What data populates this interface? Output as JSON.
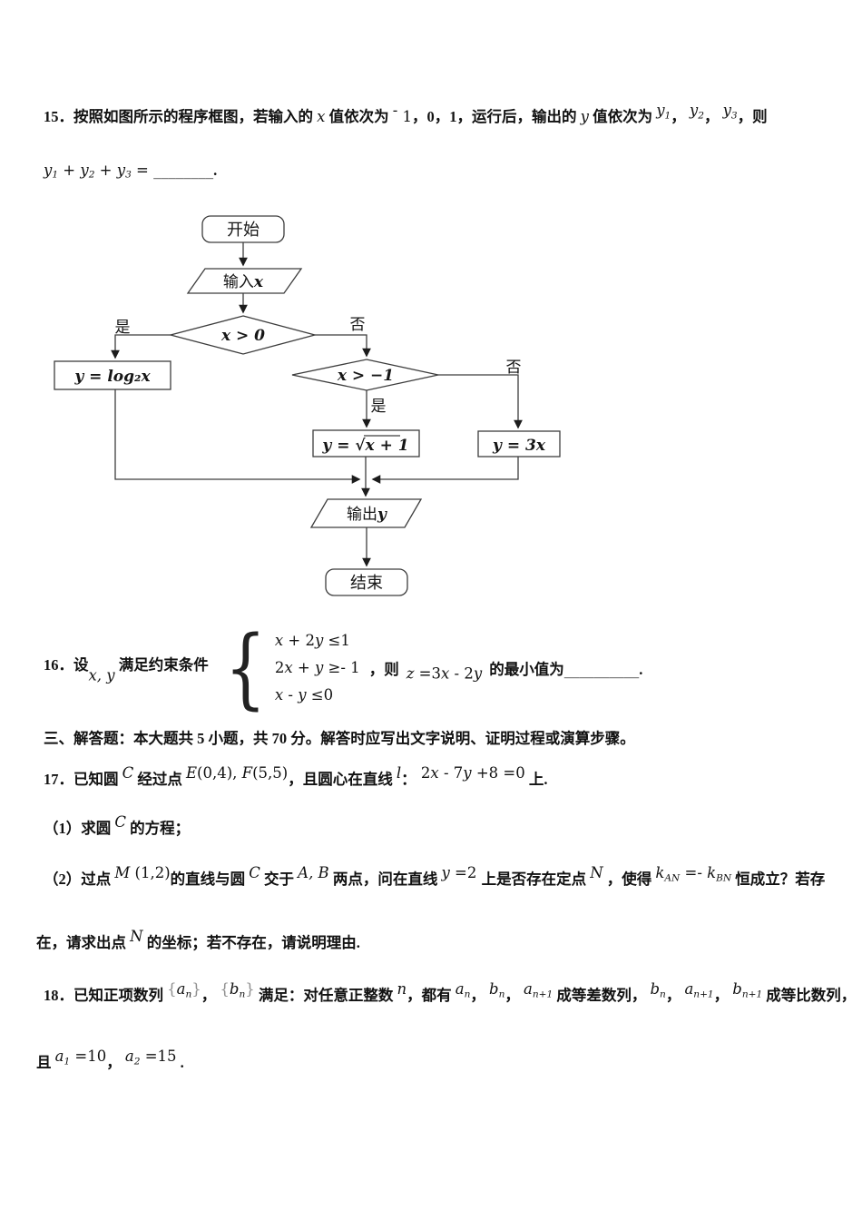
{
  "page": {
    "bg": "#ffffff",
    "text_color": "#111111"
  },
  "q15": {
    "line1": [
      {
        "s": "c",
        "t": "15．按照如图所示的程序框图，若输入的 "
      },
      {
        "s": "m",
        "t": "x"
      },
      {
        "s": "c",
        "t": " 值依次为 "
      },
      {
        "s": "n up",
        "t": "- "
      },
      {
        "s": "n",
        "t": "1"
      },
      {
        "s": "c",
        "t": "，0，1，运行后，输出的 "
      },
      {
        "s": "m",
        "t": "y"
      },
      {
        "s": "c",
        "t": " 值依次为 "
      },
      {
        "s": "m up",
        "t": "y"
      },
      {
        "s": "m up sub",
        "t": "1"
      },
      {
        "s": "c",
        "t": "， "
      },
      {
        "s": "m up",
        "t": "y"
      },
      {
        "s": "m up sub",
        "t": "2"
      },
      {
        "s": "c",
        "t": "， "
      },
      {
        "s": "m up",
        "t": "y"
      },
      {
        "s": "m up sub",
        "t": "3"
      },
      {
        "s": "c",
        "t": "，则"
      }
    ],
    "line2": [
      {
        "s": "m",
        "t": "y"
      },
      {
        "s": "m sub",
        "t": "1"
      },
      {
        "s": "n",
        "t": " + "
      },
      {
        "s": "m",
        "t": "y"
      },
      {
        "s": "m sub",
        "t": "2"
      },
      {
        "s": "n",
        "t": " + "
      },
      {
        "s": "m",
        "t": "y"
      },
      {
        "s": "m sub",
        "t": "3"
      },
      {
        "s": "n",
        "t": " = "
      },
      {
        "s": "n",
        "t": "________"
      },
      {
        "s": "c",
        "t": "."
      }
    ]
  },
  "flowchart": {
    "line_color": "#3d3d3d",
    "start_label": "开始",
    "input_prefix": "输入",
    "input_var": "x",
    "decision1_label": "x > 0",
    "decision2_label": "x > −1",
    "yes_label": "是",
    "no_label": "否",
    "process_log_label": "y = log₂x",
    "process_sqrt_label": "y = √x + 1",
    "process_3x_label": "y = 3x",
    "output_prefix": "输出",
    "output_var": "y",
    "end_label": "结束"
  },
  "q16": {
    "prefix": [
      {
        "s": "c",
        "t": "16．设"
      },
      {
        "s": "m dn",
        "t": "x, y"
      },
      {
        "s": "c",
        "t": " 满足约束条件"
      }
    ],
    "brace": "{",
    "constraints": [
      [
        {
          "s": "m",
          "t": "x"
        },
        {
          "s": "n",
          "t": " + 2"
        },
        {
          "s": "m",
          "t": "y"
        },
        {
          "s": "n",
          "t": " ≤1"
        }
      ],
      [
        {
          "s": "n",
          "t": "2"
        },
        {
          "s": "m",
          "t": "x"
        },
        {
          "s": "n",
          "t": " + "
        },
        {
          "s": "m",
          "t": "y"
        },
        {
          "s": "n",
          "t": " ≥- 1"
        }
      ],
      [
        {
          "s": "m",
          "t": "x"
        },
        {
          "s": "n",
          "t": " - "
        },
        {
          "s": "m",
          "t": "y"
        },
        {
          "s": "n",
          "t": " ≤0"
        }
      ]
    ],
    "mid": [
      {
        "s": "c",
        "t": "，则"
      }
    ],
    "expr": [
      {
        "s": "m dn",
        "t": "z"
      },
      {
        "s": "n dn",
        "t": " =3"
      },
      {
        "s": "m dn",
        "t": "x"
      },
      {
        "s": "n dn",
        "t": " - 2"
      },
      {
        "s": "m dn",
        "t": "y"
      }
    ],
    "suffix": [
      {
        "s": "c",
        "t": "的最小值为"
      },
      {
        "s": "n",
        "t": "__________"
      },
      {
        "s": "c",
        "t": "."
      }
    ]
  },
  "section3": {
    "header": [
      {
        "s": "b",
        "t": "三、解答题：本大题共 5 小题，共 70 分。解答时应写出文字说明、证明过程或演算步骤。"
      }
    ]
  },
  "q17": {
    "intro": [
      {
        "s": "c",
        "t": "17．已知圆 "
      },
      {
        "s": "m up",
        "t": "C"
      },
      {
        "s": "c",
        "t": " 经过点 "
      },
      {
        "s": "m up",
        "t": "E"
      },
      {
        "s": "n up",
        "t": "(0,4), "
      },
      {
        "s": "m up",
        "t": "F"
      },
      {
        "s": "n up",
        "t": "(5,5)"
      },
      {
        "s": "c",
        "t": "，且圆心在直线 "
      },
      {
        "s": "m up",
        "t": "l"
      },
      {
        "s": "c",
        "t": "："
      },
      {
        "s": "n up",
        "t": " 2"
      },
      {
        "s": "m up",
        "t": "x"
      },
      {
        "s": "n up",
        "t": " - 7"
      },
      {
        "s": "m up",
        "t": "y"
      },
      {
        "s": "n up",
        "t": " +8 =0"
      },
      {
        "s": "c",
        "t": " 上."
      }
    ],
    "part1": [
      {
        "s": "c",
        "t": "（1）求圆 "
      },
      {
        "s": "m up",
        "t": "C"
      },
      {
        "s": "c",
        "t": " 的方程；"
      }
    ],
    "part2": [
      {
        "s": "c",
        "t": "（2）过点 "
      },
      {
        "s": "m up",
        "t": "M"
      },
      {
        "s": "n up",
        "t": " (1,2)"
      },
      {
        "s": "c",
        "t": "的直线与圆 "
      },
      {
        "s": "m up",
        "t": "C"
      },
      {
        "s": "c",
        "t": " 交于 "
      },
      {
        "s": "m up",
        "t": "A, B"
      },
      {
        "s": "c",
        "t": " 两点，问在直线 "
      },
      {
        "s": "m up",
        "t": "y"
      },
      {
        "s": "n up",
        "t": " =2 "
      },
      {
        "s": "c",
        "t": "上是否存在定点 "
      },
      {
        "s": "m up",
        "t": "N"
      },
      {
        "s": "c",
        "t": " ，使得 "
      },
      {
        "s": "m up",
        "t": "k"
      },
      {
        "s": "m up sub",
        "t": "AN"
      },
      {
        "s": "n up",
        "t": " =- "
      },
      {
        "s": "m up",
        "t": "k"
      },
      {
        "s": "m up sub",
        "t": "BN"
      },
      {
        "s": "c",
        "t": " 恒成立？若存"
      }
    ],
    "part2_cont": [
      {
        "s": "c",
        "t": "在，请求出点 "
      },
      {
        "s": "m up",
        "t": "N"
      },
      {
        "s": "c",
        "t": " 的坐标；若不存在，请说明理由."
      }
    ]
  },
  "q18": {
    "line1": [
      {
        "s": "c",
        "t": "18．已知正项数列 "
      },
      {
        "s": "gray up",
        "t": "{"
      },
      {
        "s": "m up",
        "t": "a"
      },
      {
        "s": "m up sub",
        "t": "n"
      },
      {
        "s": "gray up",
        "t": "}"
      },
      {
        "s": "c",
        "t": "， "
      },
      {
        "s": "gray up",
        "t": "{"
      },
      {
        "s": "m up",
        "t": "b"
      },
      {
        "s": "m up sub",
        "t": "n"
      },
      {
        "s": "gray up",
        "t": "}"
      },
      {
        "s": "c",
        "t": " 满足：对任意正整数 "
      },
      {
        "s": "m up",
        "t": "n"
      },
      {
        "s": "c",
        "t": "，都有 "
      },
      {
        "s": "m up",
        "t": "a"
      },
      {
        "s": "m up sub",
        "t": "n"
      },
      {
        "s": "c",
        "t": "， "
      },
      {
        "s": "m up",
        "t": "b"
      },
      {
        "s": "m up sub",
        "t": "n"
      },
      {
        "s": "c",
        "t": "， "
      },
      {
        "s": "m up",
        "t": "a"
      },
      {
        "s": "m up sub",
        "t": "n+1"
      },
      {
        "s": "c",
        "t": " 成等差数列， "
      },
      {
        "s": "m up",
        "t": "b"
      },
      {
        "s": "m up sub",
        "t": "n"
      },
      {
        "s": "c",
        "t": "， "
      },
      {
        "s": "m up",
        "t": "a"
      },
      {
        "s": "m up sub",
        "t": "n+1"
      },
      {
        "s": "c",
        "t": "， "
      },
      {
        "s": "m up",
        "t": "b"
      },
      {
        "s": "m up sub",
        "t": "n+1"
      },
      {
        "s": "c",
        "t": " 成等比数列，"
      }
    ],
    "line2": [
      {
        "s": "c",
        "t": "且 "
      },
      {
        "s": "m up",
        "t": "a"
      },
      {
        "s": "m up sub",
        "t": "1"
      },
      {
        "s": "n up",
        "t": " =10"
      },
      {
        "s": "c",
        "t": "， "
      },
      {
        "s": "m up",
        "t": "a"
      },
      {
        "s": "m up sub",
        "t": "2"
      },
      {
        "s": "n up",
        "t": " =15"
      },
      {
        "s": "c",
        "t": " ."
      }
    ]
  }
}
